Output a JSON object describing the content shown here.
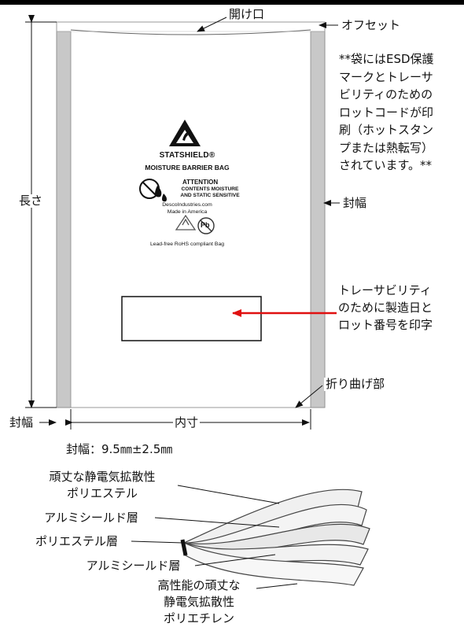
{
  "labels": {
    "opening": "開け口",
    "offset": "オフセット",
    "length": "長さ",
    "seal_width_right": "封幅",
    "seal_width_left": "封幅",
    "inner_size": "内寸",
    "fold": "折り曲げ部",
    "seal_spec": "封幅：9.5㎜±2.5㎜"
  },
  "notes": {
    "esd_mark": "**袋にはESD保護\nマークとトレーサ\nビリティのための\nロットコードが印\n刷（ホットスタン\nプまたは熱転写）\nされています。**",
    "traceability": "トレーサビリティ\nのために製造日と\nロット番号を印字"
  },
  "bag_print": {
    "brand": "STATSHIELD®",
    "type": "MOISTURE BARRIER BAG",
    "attention": "ATTENTION",
    "contents": "CONTENTS MOISTURE\nAND STATIC SENSITIVE",
    "website": "DescoIndustries.com",
    "made_in": "Made in America",
    "pb_symbol": "Pb",
    "compliance": "Lead-free RoHS compliant Bag"
  },
  "layers": {
    "layer1": "頑丈な静電気拡散性\nポリエステル",
    "layer2": "アルミシールド層",
    "layer3": "ポリエステル層",
    "layer4": "アルミシールド層",
    "layer5": "高性能の頑丈な\n静電気拡散性\nポリエチレン"
  },
  "colors": {
    "seal_strip": "#c8c8c8",
    "arrow_red": "#e01010",
    "outline": "#222222"
  }
}
